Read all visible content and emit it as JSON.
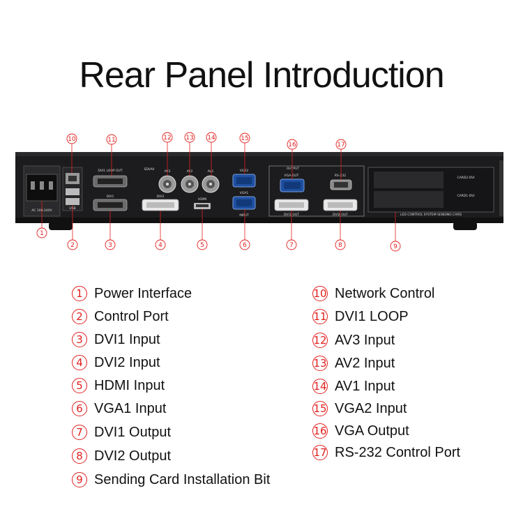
{
  "title": "Rear Panel Introduction",
  "accent_color": "#e0201e",
  "panel_labels": {
    "power": "AC 100-240V",
    "usb": "USB",
    "dvi_loop": "DVI1 LOOP OUT",
    "dvi1": "DVI1",
    "dvi2": "DVI2",
    "hdmi": "HDMI",
    "sdi_av": "SDI/AV",
    "av3": "AV3",
    "av2": "AV2",
    "av1": "AV1",
    "vga2": "VGA2",
    "vga1": "VGA1",
    "input": "INPUT",
    "output": "OUTPUT",
    "vga_out": "VGA-OUT",
    "dvi1_out": "DVI1-OUT",
    "dvi2_out": "DVI2-OUT",
    "rs232": "RS-232",
    "card2": "CARD2-DVI",
    "card1": "CARD1-DVI",
    "card_slot": "LED CONTROL SYSTEM SENDING CARD"
  },
  "legend_left": [
    {
      "num": "1",
      "label": "Power Interface"
    },
    {
      "num": "2",
      "label": "Control Port"
    },
    {
      "num": "3",
      "label": "DVI1 Input"
    },
    {
      "num": "4",
      "label": "DVI2 Input"
    },
    {
      "num": "5",
      "label": "HDMI Input"
    },
    {
      "num": "6",
      "label": "VGA1 Input"
    },
    {
      "num": "7",
      "label": "DVI1 Output"
    },
    {
      "num": "8",
      "label": "DVI2 Output"
    },
    {
      "num": "9",
      "label": "Sending Card Installation Bit"
    }
  ],
  "legend_right": [
    {
      "num": "10",
      "label": "Network Control"
    },
    {
      "num": "11",
      "label": "DVI1 LOOP"
    },
    {
      "num": "12",
      "label": "AV3 Input"
    },
    {
      "num": "13",
      "label": "AV2 Input"
    },
    {
      "num": "14",
      "label": "AV1 Input"
    },
    {
      "num": "15",
      "label": "VGA2 Input"
    },
    {
      "num": "16",
      "label": "VGA Output"
    },
    {
      "num": "17",
      "label": "RS-232 Control Port"
    }
  ]
}
